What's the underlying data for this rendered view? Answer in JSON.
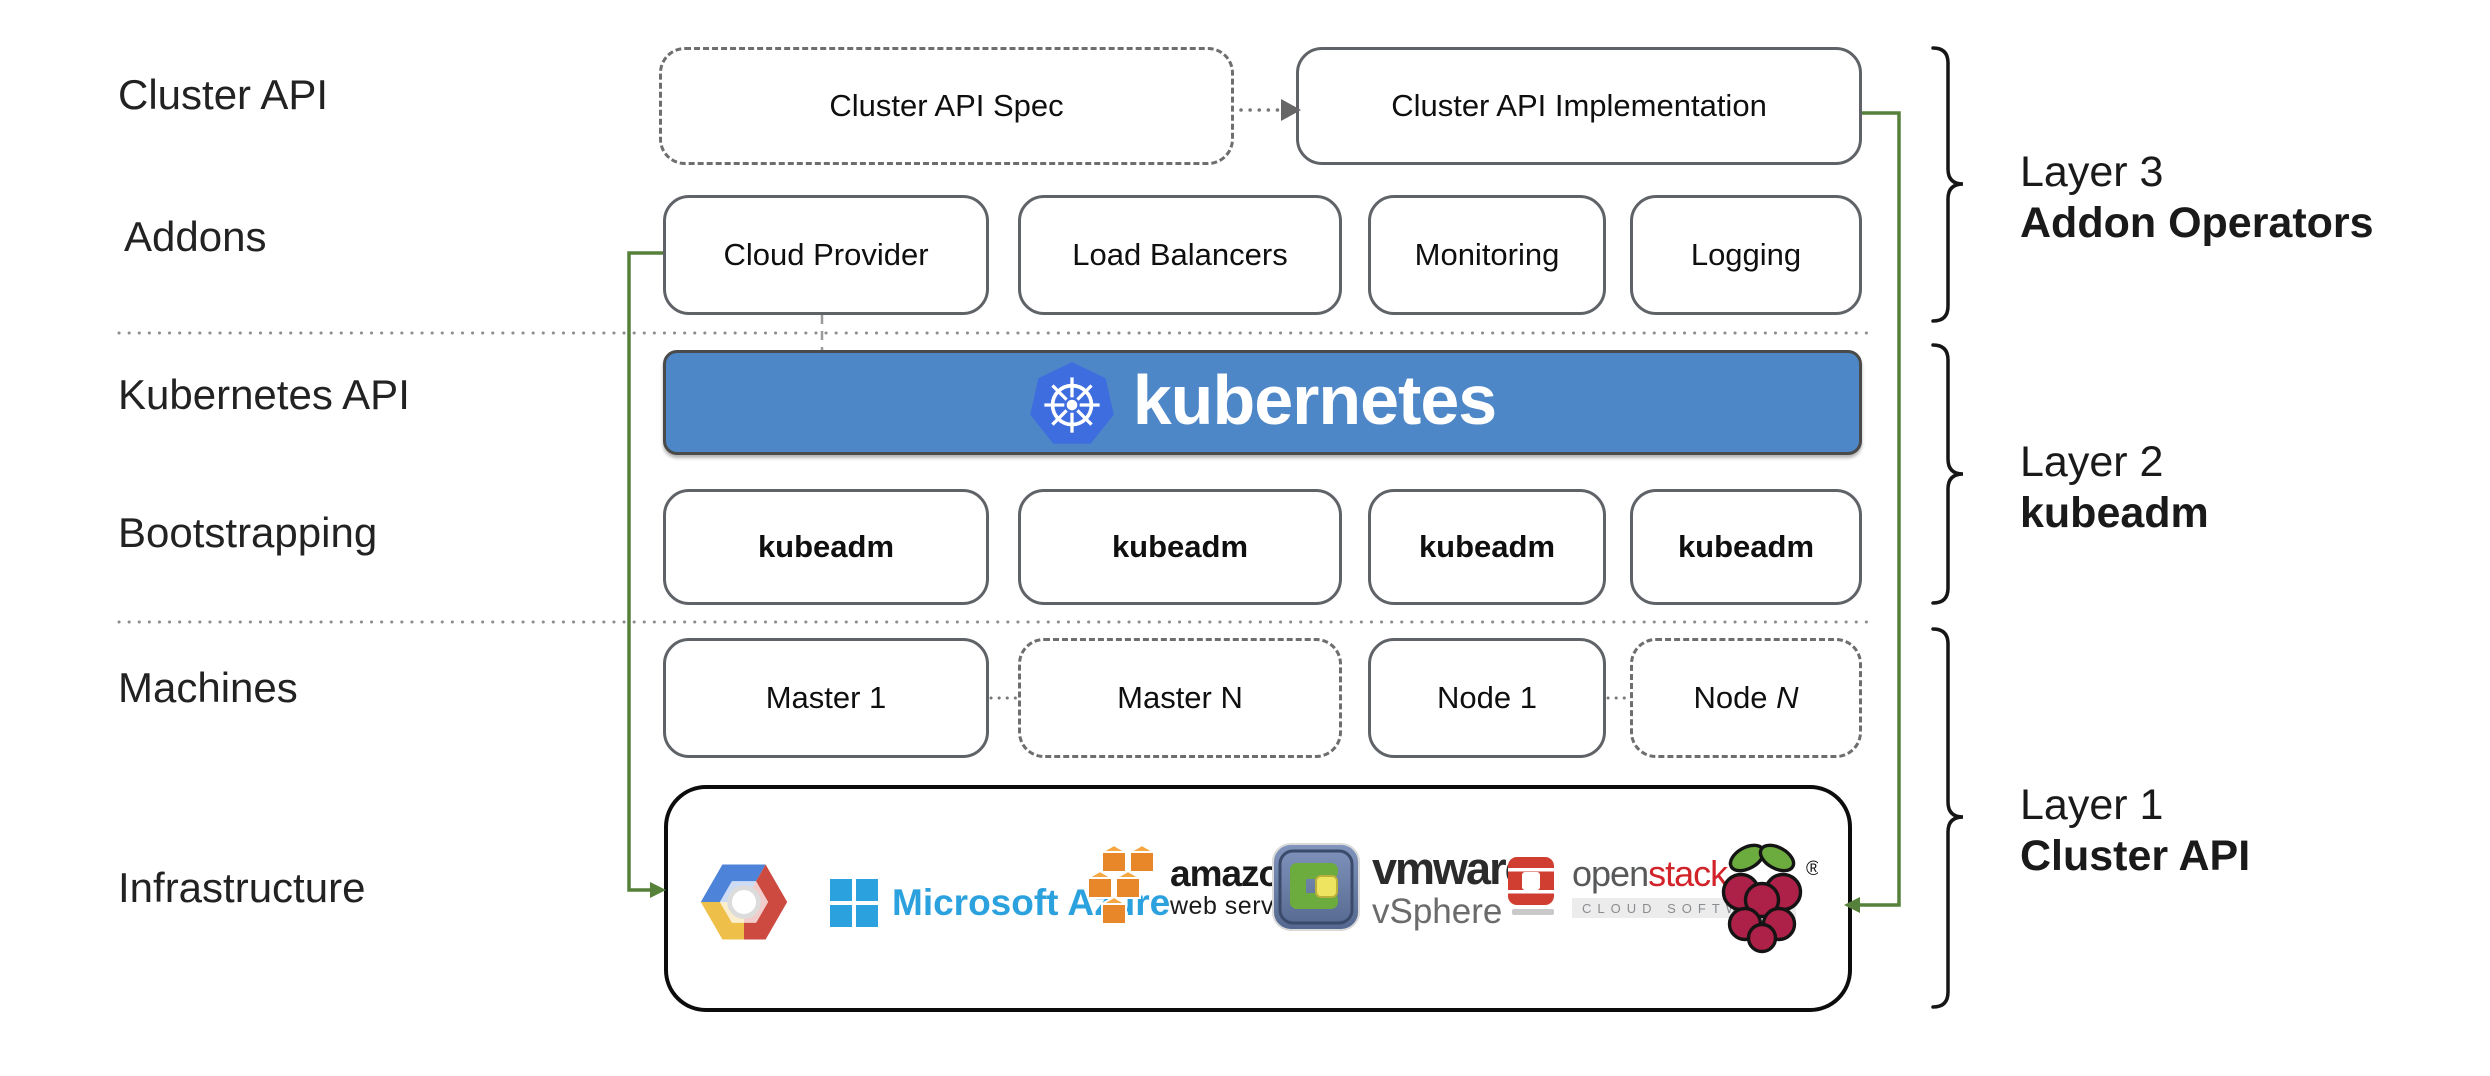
{
  "row_labels": [
    "Cluster API",
    "Addons",
    "Kubernetes API",
    "Bootstrapping",
    "Machines",
    "Infrastructure"
  ],
  "top_row": {
    "spec_label": "Cluster API Spec",
    "impl_label": "Cluster API Implementation"
  },
  "addons": {
    "items": [
      "Cloud Provider",
      "Load Balancers",
      "Monitoring",
      "Logging"
    ]
  },
  "banner": {
    "text": "kubernetes"
  },
  "bootstrapping": {
    "items": [
      "kubeadm",
      "kubeadm",
      "kubeadm",
      "kubeadm"
    ]
  },
  "machines": {
    "items": [
      {
        "dashed": false,
        "parts": [
          {
            "t": "Master 1"
          }
        ]
      },
      {
        "dashed": true,
        "parts": [
          {
            "t": "Master N"
          }
        ]
      },
      {
        "dashed": false,
        "parts": [
          {
            "t": "Node 1"
          }
        ]
      },
      {
        "dashed": true,
        "parts": [
          {
            "t": "Node "
          },
          {
            "t": "N",
            "italic": true
          }
        ]
      }
    ]
  },
  "infrastructure": {
    "azure_text": "Microsoft Azure",
    "aws_text_main": "amazon",
    "aws_text_sub": "web services",
    "vmware_text_main": "vmware",
    "vmware_reg": "®",
    "vmware_text_sub": "vSphere",
    "openstack_text_open": "open",
    "openstack_text_stack": "stack",
    "openstack_tm": "™",
    "openstack_text_sub": "CLOUD SOFTWARE",
    "raspberry_reg": "®"
  },
  "layers": [
    {
      "title": "Layer 3",
      "subtitle": "Addon Operators"
    },
    {
      "title": "Layer 2",
      "subtitle": "kubeadm"
    },
    {
      "title": "Layer 1",
      "subtitle": "Cluster API"
    }
  ],
  "colors": {
    "banner_blue": "#4e87c7",
    "k8s_logo_blue": "#3e6de0",
    "connector_green": "#55813a",
    "box_border_gray": "#5f6368",
    "azure_blue": "#2ba1de",
    "aws_orange": "#e8872a",
    "aws_orange_light": "#f6a742",
    "openstack_red": "#cf3e30",
    "openstack_text_gray": "#58595b",
    "raspberry_red": "#ad2148",
    "leaf_green": "#6cab3d",
    "gcp_blue": "#4d83d8",
    "gcp_red": "#cd4a41",
    "gcp_yellow": "#eec049"
  }
}
